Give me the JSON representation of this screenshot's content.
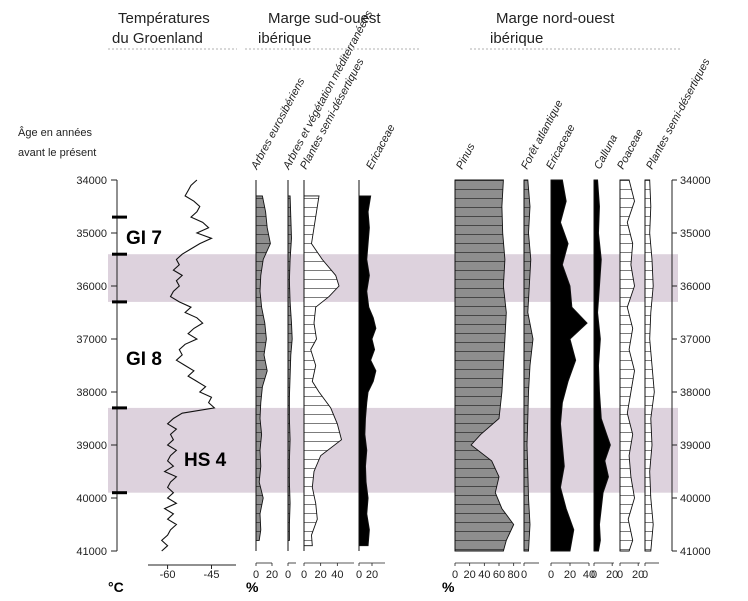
{
  "chart_data": {
    "type": "area",
    "y_axis": {
      "label_line1": "Âge en années",
      "label_line2": "avant le présent",
      "range": [
        34000,
        41000
      ],
      "ticks": [
        34000,
        35000,
        36000,
        37000,
        38000,
        39000,
        40000,
        41000
      ],
      "tick_labels": [
        "34000",
        "35000",
        "36000",
        "37000",
        "38000",
        "39000",
        "40000",
        "41000"
      ]
    },
    "section_titles": {
      "greenland_1": "Températures",
      "greenland_2": "du Groenland",
      "sw_1": "Marge sud-ouest",
      "sw_2": "ibérique",
      "nw_1": "Marge nord-ouest",
      "nw_2": "ibérique"
    },
    "units": {
      "temperature": "°C",
      "sw": "%",
      "nw": "%"
    },
    "zones": [
      {
        "label": "GI 7",
        "from": 35400,
        "to": 34700,
        "shaded": false
      },
      {
        "label": "",
        "from": 35400,
        "to": 36300,
        "shaded": true
      },
      {
        "label": "GI 8",
        "from": 36300,
        "to": 38300,
        "shaded": false
      },
      {
        "label": "HS 4",
        "from": 38300,
        "to": 39900,
        "shaded": true
      }
    ],
    "zone_markers": [
      34700,
      35400,
      36300,
      38300,
      39900
    ],
    "shade_color": "#ddd2dd",
    "temperature": {
      "xlim": [
        -66,
        -38
      ],
      "ticks": [
        -60,
        -45
      ],
      "tick_labels": [
        "-60",
        "-45"
      ],
      "ages": [
        34000,
        34100,
        34200,
        34300,
        34400,
        34500,
        34600,
        34700,
        34800,
        34900,
        35000,
        35100,
        35200,
        35300,
        35400,
        35500,
        35600,
        35700,
        35800,
        35900,
        36000,
        36100,
        36200,
        36300,
        36400,
        36500,
        36600,
        36700,
        36800,
        36900,
        37000,
        37100,
        37200,
        37300,
        37400,
        37500,
        37600,
        37700,
        37800,
        37900,
        38000,
        38100,
        38200,
        38300,
        38400,
        38500,
        38600,
        38700,
        38800,
        38900,
        39000,
        39100,
        39200,
        39300,
        39400,
        39500,
        39600,
        39700,
        39800,
        39900,
        40000,
        40100,
        40200,
        40300,
        40400,
        40500,
        40600,
        40700,
        40800,
        40900,
        41000
      ],
      "values": [
        -50,
        -52,
        -53,
        -54,
        -51,
        -49,
        -50,
        -52,
        -48,
        -46,
        -50,
        -45,
        -49,
        -52,
        -55,
        -57,
        -56,
        -58,
        -55,
        -57,
        -56,
        -58,
        -59,
        -56,
        -52,
        -54,
        -50,
        -48,
        -51,
        -53,
        -50,
        -54,
        -56,
        -55,
        -57,
        -54,
        -51,
        -53,
        -50,
        -47,
        -49,
        -45,
        -46,
        -44,
        -55,
        -58,
        -60,
        -57,
        -59,
        -58,
        -60,
        -57,
        -59,
        -60,
        -58,
        -61,
        -57,
        -59,
        -60,
        -58,
        -60,
        -57,
        -61,
        -58,
        -60,
        -57,
        -59,
        -60,
        -62,
        -60,
        -62
      ]
    },
    "series": [
      {
        "name": "Arbres eurosibériens",
        "group": "sud-ouest",
        "fill": "hatched",
        "max": 20,
        "ticks": [
          0,
          20
        ],
        "tick_labels": [
          "0",
          "20"
        ],
        "ages": [
          34300,
          34600,
          34900,
          35200,
          35500,
          35800,
          36100,
          36400,
          36700,
          37000,
          37300,
          37600,
          37900,
          38200,
          38500,
          38800,
          39100,
          39400,
          39700,
          40000,
          40300,
          40600,
          40800
        ],
        "values": [
          8,
          12,
          14,
          18,
          9,
          6,
          5,
          7,
          11,
          13,
          10,
          14,
          8,
          6,
          5,
          7,
          5,
          6,
          4,
          9,
          5,
          6,
          4
        ]
      },
      {
        "name": "Arbres et végétation méditerranéens",
        "group": "sud-ouest",
        "fill": "hatched",
        "max": 10,
        "ticks": [
          0
        ],
        "tick_labels": [
          "0"
        ],
        "ages": [
          34300,
          34700,
          35100,
          35500,
          35900,
          36300,
          36700,
          37000,
          37300,
          37700,
          38100,
          38500,
          38900,
          39300,
          39700,
          40100,
          40500,
          40800
        ],
        "values": [
          3,
          4,
          5,
          3,
          2,
          3,
          5,
          6,
          4,
          3,
          2,
          2,
          3,
          2,
          2,
          3,
          2,
          2
        ]
      },
      {
        "name": "Plantes semi-désertiques",
        "group": "sud-ouest",
        "fill": "outline",
        "max": 60,
        "ticks": [
          0,
          20,
          40
        ],
        "tick_labels": [
          "0",
          "20",
          "40"
        ],
        "ages": [
          34300,
          34600,
          34900,
          35200,
          35500,
          35800,
          36000,
          36200,
          36400,
          36700,
          37000,
          37200,
          37500,
          37800,
          38000,
          38300,
          38600,
          38900,
          39200,
          39500,
          39800,
          40100,
          40400,
          40700,
          40900
        ],
        "values": [
          18,
          15,
          12,
          9,
          22,
          38,
          42,
          30,
          14,
          12,
          15,
          8,
          14,
          10,
          18,
          32,
          40,
          45,
          20,
          12,
          10,
          14,
          16,
          9,
          10
        ]
      },
      {
        "name": "Ericaceae",
        "group": "sud-ouest",
        "fill": "solid",
        "max": 40,
        "ticks": [
          0,
          20
        ],
        "tick_labels": [
          "0",
          "20"
        ],
        "ages": [
          34300,
          34600,
          34900,
          35200,
          35500,
          35800,
          36100,
          36400,
          36600,
          36800,
          37000,
          37200,
          37400,
          37600,
          37800,
          38000,
          38200,
          38500,
          38800,
          39100,
          39400,
          39700,
          40000,
          40300,
          40600,
          40900
        ],
        "values": [
          18,
          14,
          16,
          14,
          12,
          16,
          12,
          15,
          22,
          26,
          20,
          24,
          18,
          26,
          22,
          14,
          12,
          10,
          9,
          12,
          10,
          11,
          14,
          12,
          16,
          14
        ]
      },
      {
        "name": "Pinus",
        "group": "nord-ouest",
        "fill": "hatched",
        "max": 90,
        "ticks": [
          0,
          20,
          40,
          60,
          80
        ],
        "tick_labels": [
          "0",
          "20",
          "40",
          "60",
          "80"
        ],
        "ages": [
          34000,
          34500,
          35000,
          35500,
          36000,
          36500,
          37000,
          37500,
          38000,
          38500,
          38800,
          39000,
          39300,
          39600,
          39900,
          40200,
          40500,
          40800,
          41000
        ],
        "values": [
          66,
          64,
          65,
          68,
          66,
          70,
          68,
          66,
          64,
          60,
          35,
          22,
          50,
          60,
          55,
          64,
          80,
          70,
          66
        ]
      },
      {
        "name": "Forêt atlantique",
        "group": "nord-ouest",
        "fill": "hatched",
        "max": 20,
        "ticks": [
          0
        ],
        "tick_labels": [
          "0"
        ],
        "ages": [
          34000,
          34500,
          35000,
          35500,
          36000,
          36500,
          37000,
          37500,
          38000,
          38500,
          39000,
          39500,
          40000,
          40500,
          41000
        ],
        "values": [
          5,
          8,
          6,
          9,
          7,
          5,
          12,
          8,
          6,
          5,
          4,
          5,
          6,
          8,
          6
        ]
      },
      {
        "name": "Ericaceae",
        "group": "nord-ouest",
        "fill": "solid",
        "max": 40,
        "ticks": [
          0,
          20,
          40
        ],
        "tick_labels": [
          "0",
          "20",
          "40"
        ],
        "ages": [
          34000,
          34400,
          34800,
          35200,
          35600,
          36000,
          36400,
          36700,
          37000,
          37400,
          37800,
          38200,
          38600,
          39000,
          39400,
          39800,
          40200,
          40600,
          41000
        ],
        "values": [
          12,
          16,
          10,
          18,
          12,
          20,
          22,
          38,
          20,
          26,
          18,
          12,
          10,
          12,
          14,
          10,
          16,
          24,
          20
        ]
      },
      {
        "name": "Calluna",
        "group": "nord-ouest",
        "fill": "solid",
        "max": 22,
        "ticks": [
          0,
          20
        ],
        "tick_labels": [
          "0",
          "20"
        ],
        "ages": [
          34000,
          34500,
          35000,
          35500,
          36000,
          36500,
          37000,
          37500,
          38000,
          38500,
          38800,
          39000,
          39300,
          39600,
          39900,
          40200,
          40500,
          40800,
          41000
        ],
        "values": [
          4,
          6,
          5,
          8,
          6,
          4,
          7,
          5,
          6,
          8,
          14,
          18,
          12,
          16,
          10,
          8,
          6,
          7,
          5
        ]
      },
      {
        "name": "Poaceae",
        "group": "nord-ouest",
        "fill": "outline",
        "max": 22,
        "ticks": [
          0,
          20
        ],
        "tick_labels": [
          "0",
          "20"
        ],
        "ages": [
          34000,
          34400,
          34800,
          35200,
          35600,
          36000,
          36400,
          36800,
          37200,
          37600,
          38000,
          38400,
          38800,
          39200,
          39600,
          40000,
          40400,
          40800,
          41000
        ],
        "values": [
          10,
          16,
          8,
          14,
          12,
          16,
          8,
          14,
          10,
          16,
          12,
          8,
          14,
          10,
          12,
          16,
          9,
          14,
          10
        ]
      },
      {
        "name": "Plantes semi-désertiques",
        "group": "nord-ouest",
        "fill": "outline",
        "max": 12,
        "ticks": [
          0
        ],
        "tick_labels": [
          "0"
        ],
        "ages": [
          34000,
          34500,
          35000,
          35500,
          36000,
          36500,
          37000,
          37500,
          38000,
          38500,
          39000,
          39500,
          40000,
          40500,
          41000
        ],
        "values": [
          4,
          5,
          4,
          6,
          7,
          5,
          4,
          6,
          8,
          5,
          6,
          4,
          5,
          7,
          5
        ]
      }
    ]
  }
}
